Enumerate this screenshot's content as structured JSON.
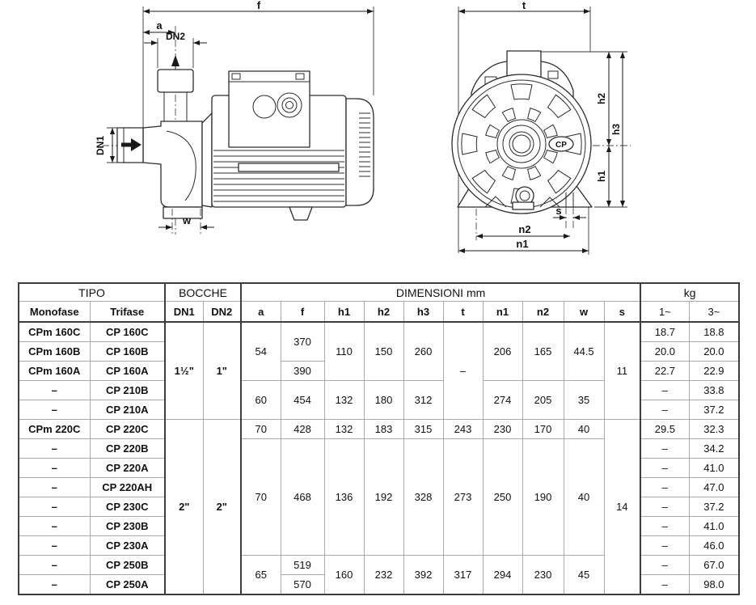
{
  "drawings": {
    "side_view": {
      "labels": {
        "f": "f",
        "a": "a",
        "dn2": "DN2",
        "dn1": "DN1",
        "w": "w"
      }
    },
    "front_view": {
      "labels": {
        "t": "t",
        "h2": "h2",
        "h3": "h3",
        "h1": "h1",
        "s": "s",
        "n2": "n2",
        "n1": "n1",
        "logo": "CP"
      }
    }
  },
  "table": {
    "group_headers": {
      "tipo": "TIPO",
      "bocche": "BOCCHE",
      "dimensioni": "DIMENSIONI mm",
      "kg": "kg"
    },
    "col_headers": {
      "monofase": "Monofase",
      "trifase": "Trifase",
      "dn1": "DN1",
      "dn2": "DN2",
      "a": "a",
      "f": "f",
      "h1": "h1",
      "h2": "h2",
      "h3": "h3",
      "t": "t",
      "n1": "n1",
      "n2": "n2",
      "w": "w",
      "s": "s",
      "kg1": "1~",
      "kg3": "3~"
    },
    "merged": {
      "g160_dn1": "1½\"",
      "g160_dn2": "1\"",
      "g160_t": "–",
      "g160_s": "11",
      "g160_a": "54",
      "g160_f1": "370",
      "g160_f2": "390",
      "g160_h1": "110",
      "g160_h2": "150",
      "g160_h3": "260",
      "g160_n1": "206",
      "g160_n2": "165",
      "g160_w": "44.5",
      "g210_a": "60",
      "g210_f": "454",
      "g210_h1": "132",
      "g210_h2": "180",
      "g210_h3": "312",
      "g210_n1": "274",
      "g210_n2": "205",
      "g210_w": "35",
      "g220_dn1": "2\"",
      "g220_dn2": "2\"",
      "g220_s": "14",
      "g220c": {
        "a": "70",
        "f": "428",
        "h1": "132",
        "h2": "183",
        "h3": "315",
        "t": "243",
        "n1": "230",
        "n2": "170",
        "w": "40"
      },
      "g220b": {
        "a": "70",
        "f": "468",
        "h1": "136",
        "h2": "192",
        "h3": "328",
        "t": "273",
        "n1": "250",
        "n2": "190",
        "w": "40"
      },
      "g250": {
        "a": "65",
        "f1": "519",
        "f2": "570",
        "h1": "160",
        "h2": "232",
        "h3": "392",
        "t": "317",
        "n1": "294",
        "n2": "230",
        "w": "45"
      }
    },
    "rows": [
      {
        "monofase": "CPm 160C",
        "trifase": "CP 160C",
        "kg1": "18.7",
        "kg3": "18.8"
      },
      {
        "monofase": "CPm 160B",
        "trifase": "CP 160B",
        "kg1": "20.0",
        "kg3": "20.0"
      },
      {
        "monofase": "CPm 160A",
        "trifase": "CP 160A",
        "kg1": "22.7",
        "kg3": "22.9"
      },
      {
        "monofase": "–",
        "trifase": "CP 210B",
        "kg1": "–",
        "kg3": "33.8"
      },
      {
        "monofase": "–",
        "trifase": "CP 210A",
        "kg1": "–",
        "kg3": "37.2"
      },
      {
        "monofase": "CPm 220C",
        "trifase": "CP 220C",
        "kg1": "29.5",
        "kg3": "32.3"
      },
      {
        "monofase": "–",
        "trifase": "CP 220B",
        "kg1": "–",
        "kg3": "34.2"
      },
      {
        "monofase": "–",
        "trifase": "CP 220A",
        "kg1": "–",
        "kg3": "41.0"
      },
      {
        "monofase": "–",
        "trifase": "CP 220AH",
        "kg1": "–",
        "kg3": "47.0"
      },
      {
        "monofase": "–",
        "trifase": "CP 230C",
        "kg1": "–",
        "kg3": "37.2"
      },
      {
        "monofase": "–",
        "trifase": "CP 230B",
        "kg1": "–",
        "kg3": "41.0"
      },
      {
        "monofase": "–",
        "trifase": "CP 230A",
        "kg1": "–",
        "kg3": "46.0"
      },
      {
        "monofase": "–",
        "trifase": "CP 250B",
        "kg1": "–",
        "kg3": "67.0"
      },
      {
        "monofase": "–",
        "trifase": "CP 250A",
        "kg1": "–",
        "kg3": "98.0"
      }
    ]
  }
}
